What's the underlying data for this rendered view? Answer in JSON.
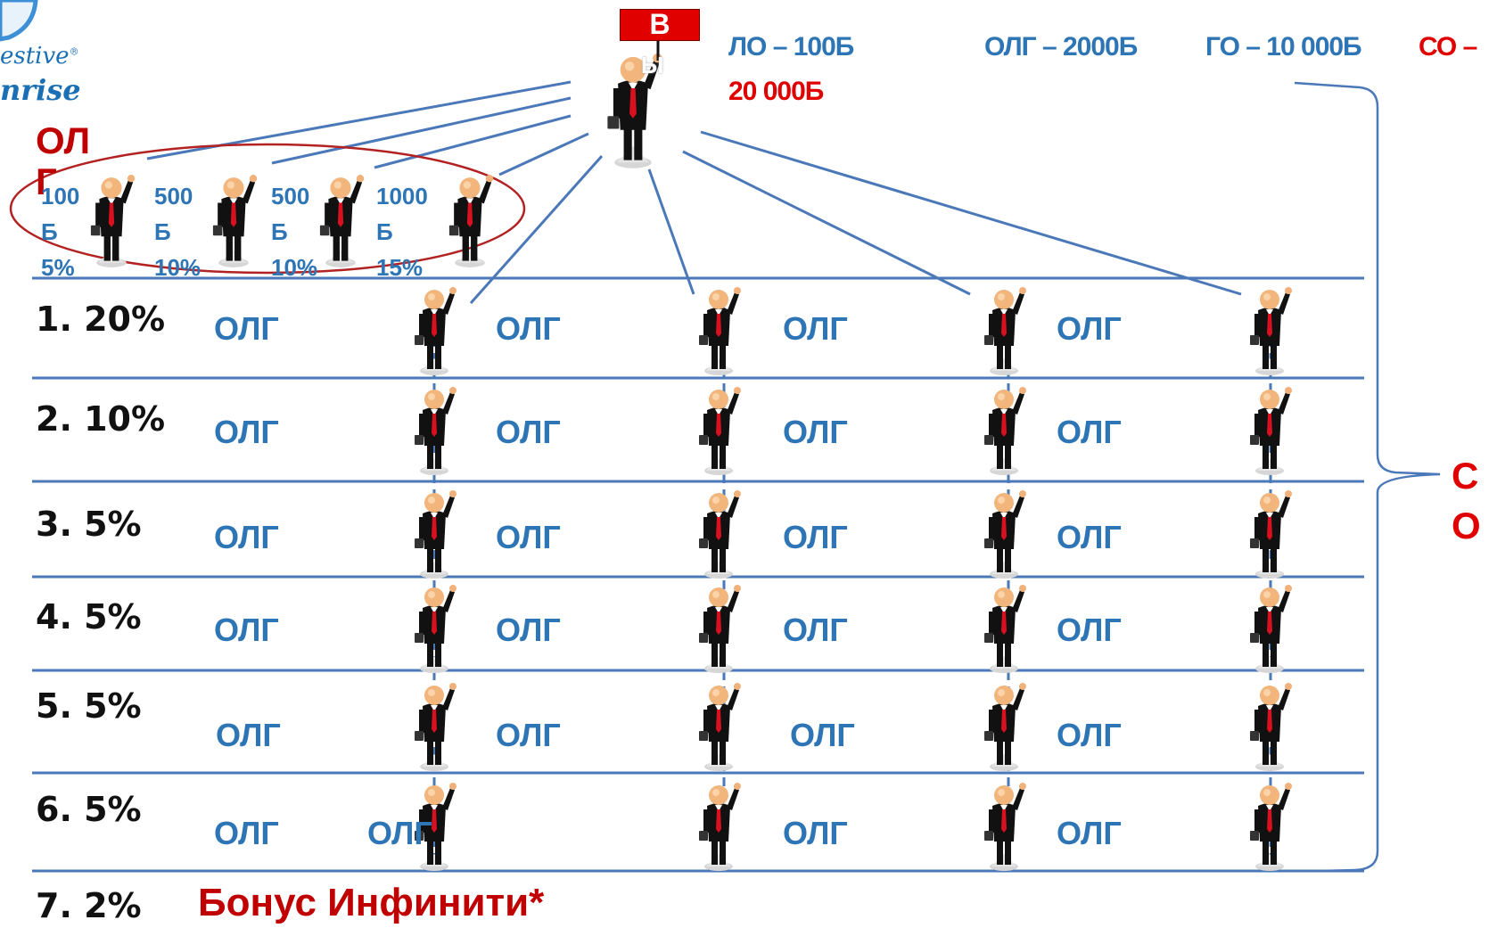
{
  "logo": {
    "line1": "estive",
    "registered": "®",
    "line2": "nrise"
  },
  "top_badge": "В",
  "top_badge_sub": "Ы",
  "header": {
    "lo": "ЛО  –  100Б",
    "olg": "ОЛГ – 2000Б",
    "go": "ГО – 10 000Б",
    "co": "СО –",
    "co_value": "20 000Б"
  },
  "olg_group": {
    "label_line1": "ОЛ",
    "label_line2": "Г",
    "members": [
      {
        "amount": "100",
        "unit": "Б",
        "percent": "5%"
      },
      {
        "amount": "500",
        "unit": "Б",
        "percent": "10%"
      },
      {
        "amount": "500",
        "unit": "Б",
        "percent": "10%"
      },
      {
        "amount": "1000",
        "unit": "Б",
        "percent": "15%"
      }
    ]
  },
  "levels": [
    {
      "label": "1. 20%",
      "olg": [
        "ОЛГ",
        "ОЛГ",
        "ОЛГ",
        "ОЛГ"
      ]
    },
    {
      "label": "2. 10%",
      "olg": [
        "ОЛГ",
        "ОЛГ",
        "ОЛГ",
        "ОЛГ"
      ]
    },
    {
      "label": "3. 5%",
      "olg": [
        "ОЛГ",
        "ОЛГ",
        "ОЛГ",
        "ОЛГ"
      ]
    },
    {
      "label": "4. 5%",
      "olg": [
        "ОЛГ",
        "ОЛГ",
        "ОЛГ",
        "ОЛГ"
      ]
    },
    {
      "label": "5. 5%",
      "olg": [
        "ОЛГ",
        "ОЛГ",
        "ОЛГ",
        "ОЛГ"
      ]
    },
    {
      "label": "6. 5%",
      "olg": [
        "ОЛГ",
        "ОЛГ",
        "ОЛГ",
        "ОЛГ"
      ]
    }
  ],
  "bonus": {
    "label": "7. 2%",
    "text": "Бонус Инфинити*"
  },
  "bracket_label": {
    "line1": "С",
    "line2": "О"
  },
  "colors": {
    "blue": "#2e75b6",
    "red": "#e00000",
    "dark_red": "#c00000",
    "line": "#4a78b8",
    "ellipse": "#b22222"
  }
}
